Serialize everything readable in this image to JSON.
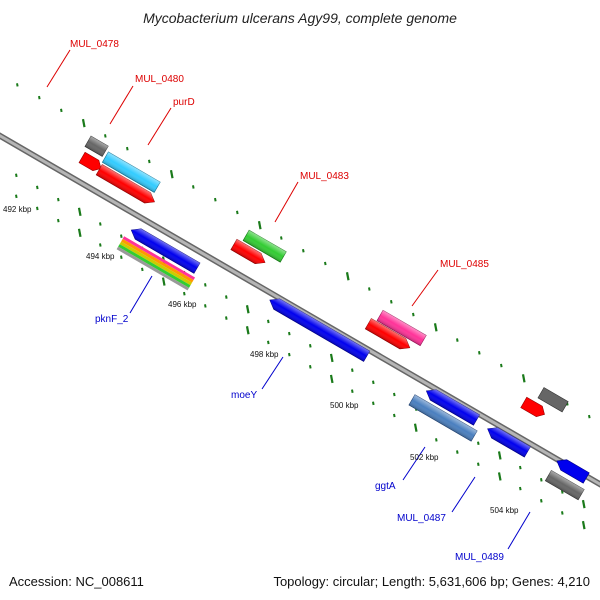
{
  "title": "Mycobacterium ulcerans Agy99, complete genome",
  "footer": {
    "accession": "Accession: NC_008611",
    "summary": "Topology: circular; Length: 5,631,606 bp; Genes: 4,210"
  },
  "colors": {
    "backbone": "#8a8a8a",
    "tick": "#1a7a1a",
    "cds_forward": "#ff0000",
    "gene_cyan": "#33ccff",
    "gene_blue": "#0000ee",
    "gene_green": "#33cc33",
    "gene_pink": "#ff3399",
    "gene_gray": "#666666",
    "gene_steel": "#4a7fbf",
    "label_forward": "#dd0000",
    "label_reverse": "#0000cc"
  },
  "scale_labels": [
    "492 kbp",
    "494 kbp",
    "496 kbp",
    "498 kbp",
    "500 kbp",
    "502 kbp",
    "504 kbp"
  ],
  "gene_labels_forward": [
    "MUL_0478",
    "MUL_0480",
    "purD",
    "MUL_0483",
    "MUL_0485"
  ],
  "gene_labels_reverse": [
    "pknF_2",
    "moeY",
    "ggtA",
    "MUL_0487",
    "MUL_0489"
  ]
}
